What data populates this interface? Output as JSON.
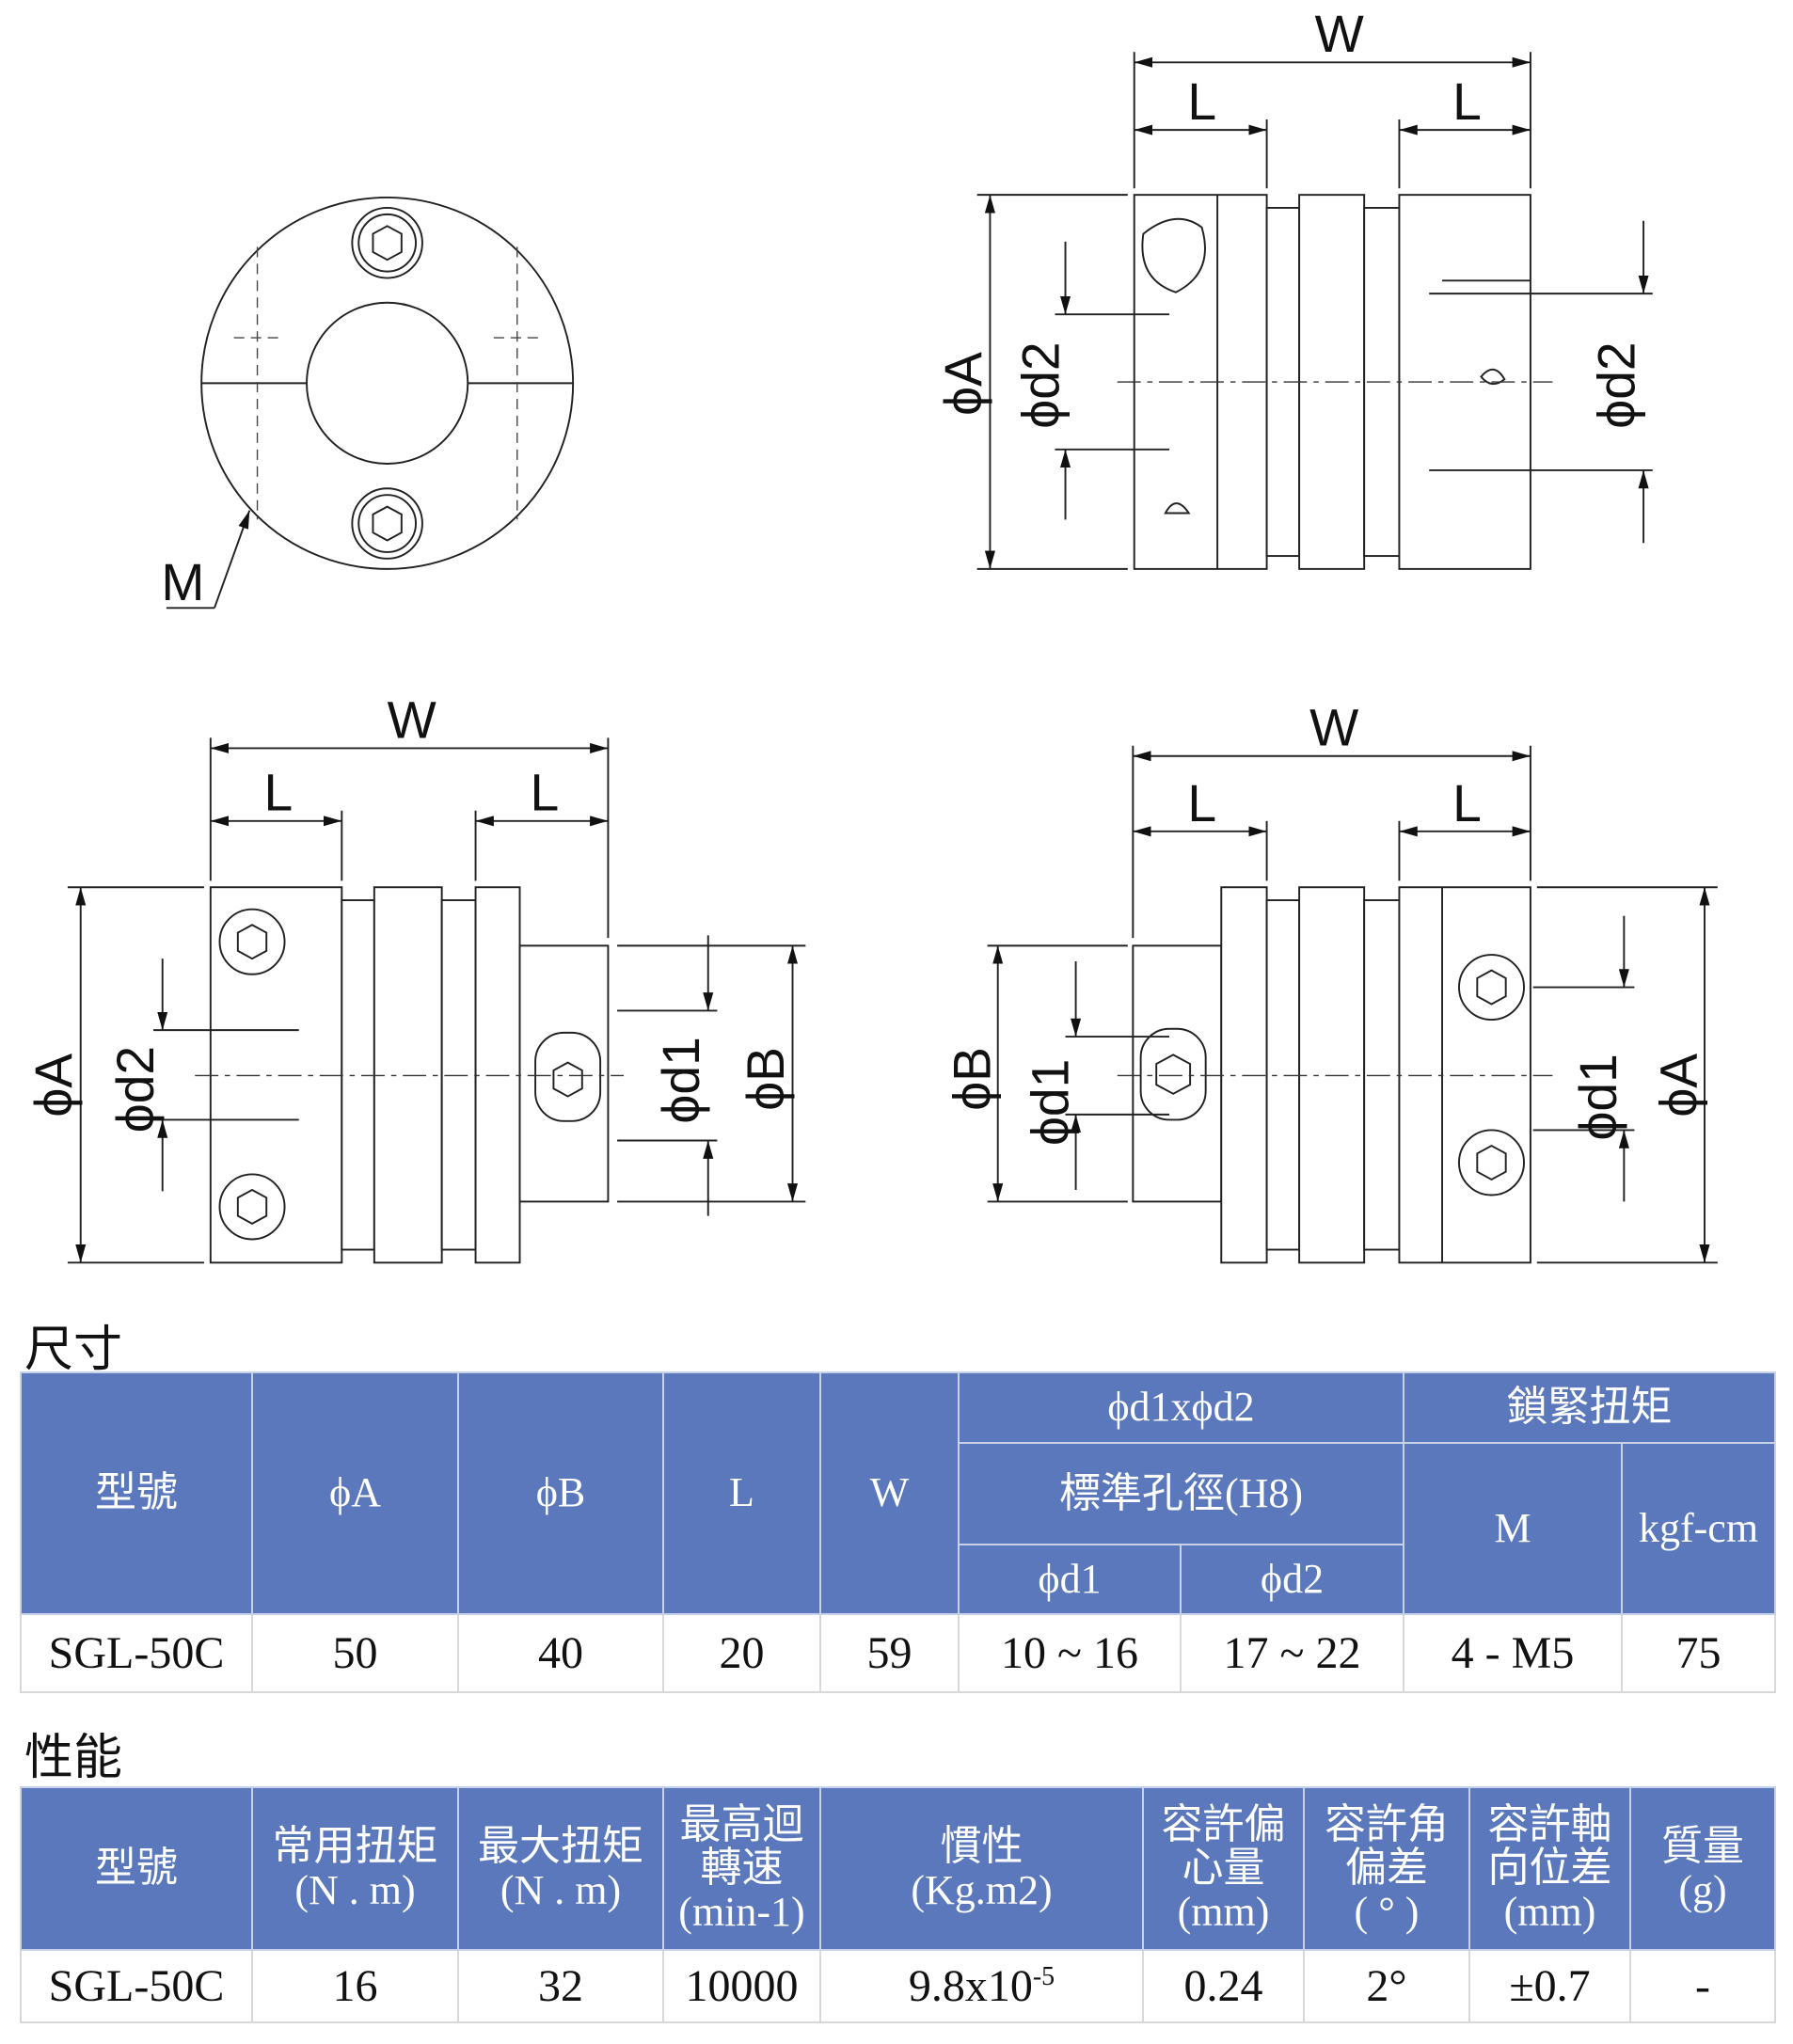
{
  "drawing": {
    "labels": {
      "W": "W",
      "L": "L",
      "A": "ϕA",
      "B": "ϕB",
      "d1": "ϕd1",
      "d2": "ϕd2",
      "M": "M"
    }
  },
  "dimensions": {
    "title": "尺寸",
    "headers": {
      "model": "型號",
      "A": "ϕA",
      "B": "ϕB",
      "L": "L",
      "W": "W",
      "bore_group": "ϕd1xϕd2",
      "bore_std": "標準孔徑(H8)",
      "d1": "ϕd1",
      "d2": "ϕd2",
      "lock_group": "鎖緊扭矩",
      "M": "M",
      "kgf": "kgf-cm"
    },
    "rows": [
      {
        "model": "SGL-50C",
        "A": "50",
        "B": "40",
        "L": "20",
        "W": "59",
        "d1": "10 ~ 16",
        "d2": "17 ~ 22",
        "M": "4 - M5",
        "kgf": "75"
      }
    ]
  },
  "performance": {
    "title": "性能",
    "headers": {
      "model": "型號",
      "rated_torque": [
        "常用扭矩",
        "(N . m)"
      ],
      "max_torque": [
        "最大扭矩",
        "(N . m)"
      ],
      "max_speed": [
        "最高迴",
        "轉速",
        "(min-1)"
      ],
      "inertia": [
        "慣性",
        "(Kg.m2)"
      ],
      "eccentric": [
        "容許偏",
        "心量",
        "(mm)"
      ],
      "angular": [
        "容許角",
        "偏差",
        "( ° )"
      ],
      "axial": [
        "容許軸",
        "向位差",
        "(mm)"
      ],
      "mass": [
        "質量",
        "(g)"
      ]
    },
    "rows": [
      {
        "model": "SGL-50C",
        "rated_torque": "16",
        "max_torque": "32",
        "max_speed": "10000",
        "inertia": "9.8x10",
        "inertia_exp": "-5",
        "eccentric": "0.24",
        "angular": "2°",
        "axial": "±0.7",
        "mass": "-"
      }
    ]
  }
}
